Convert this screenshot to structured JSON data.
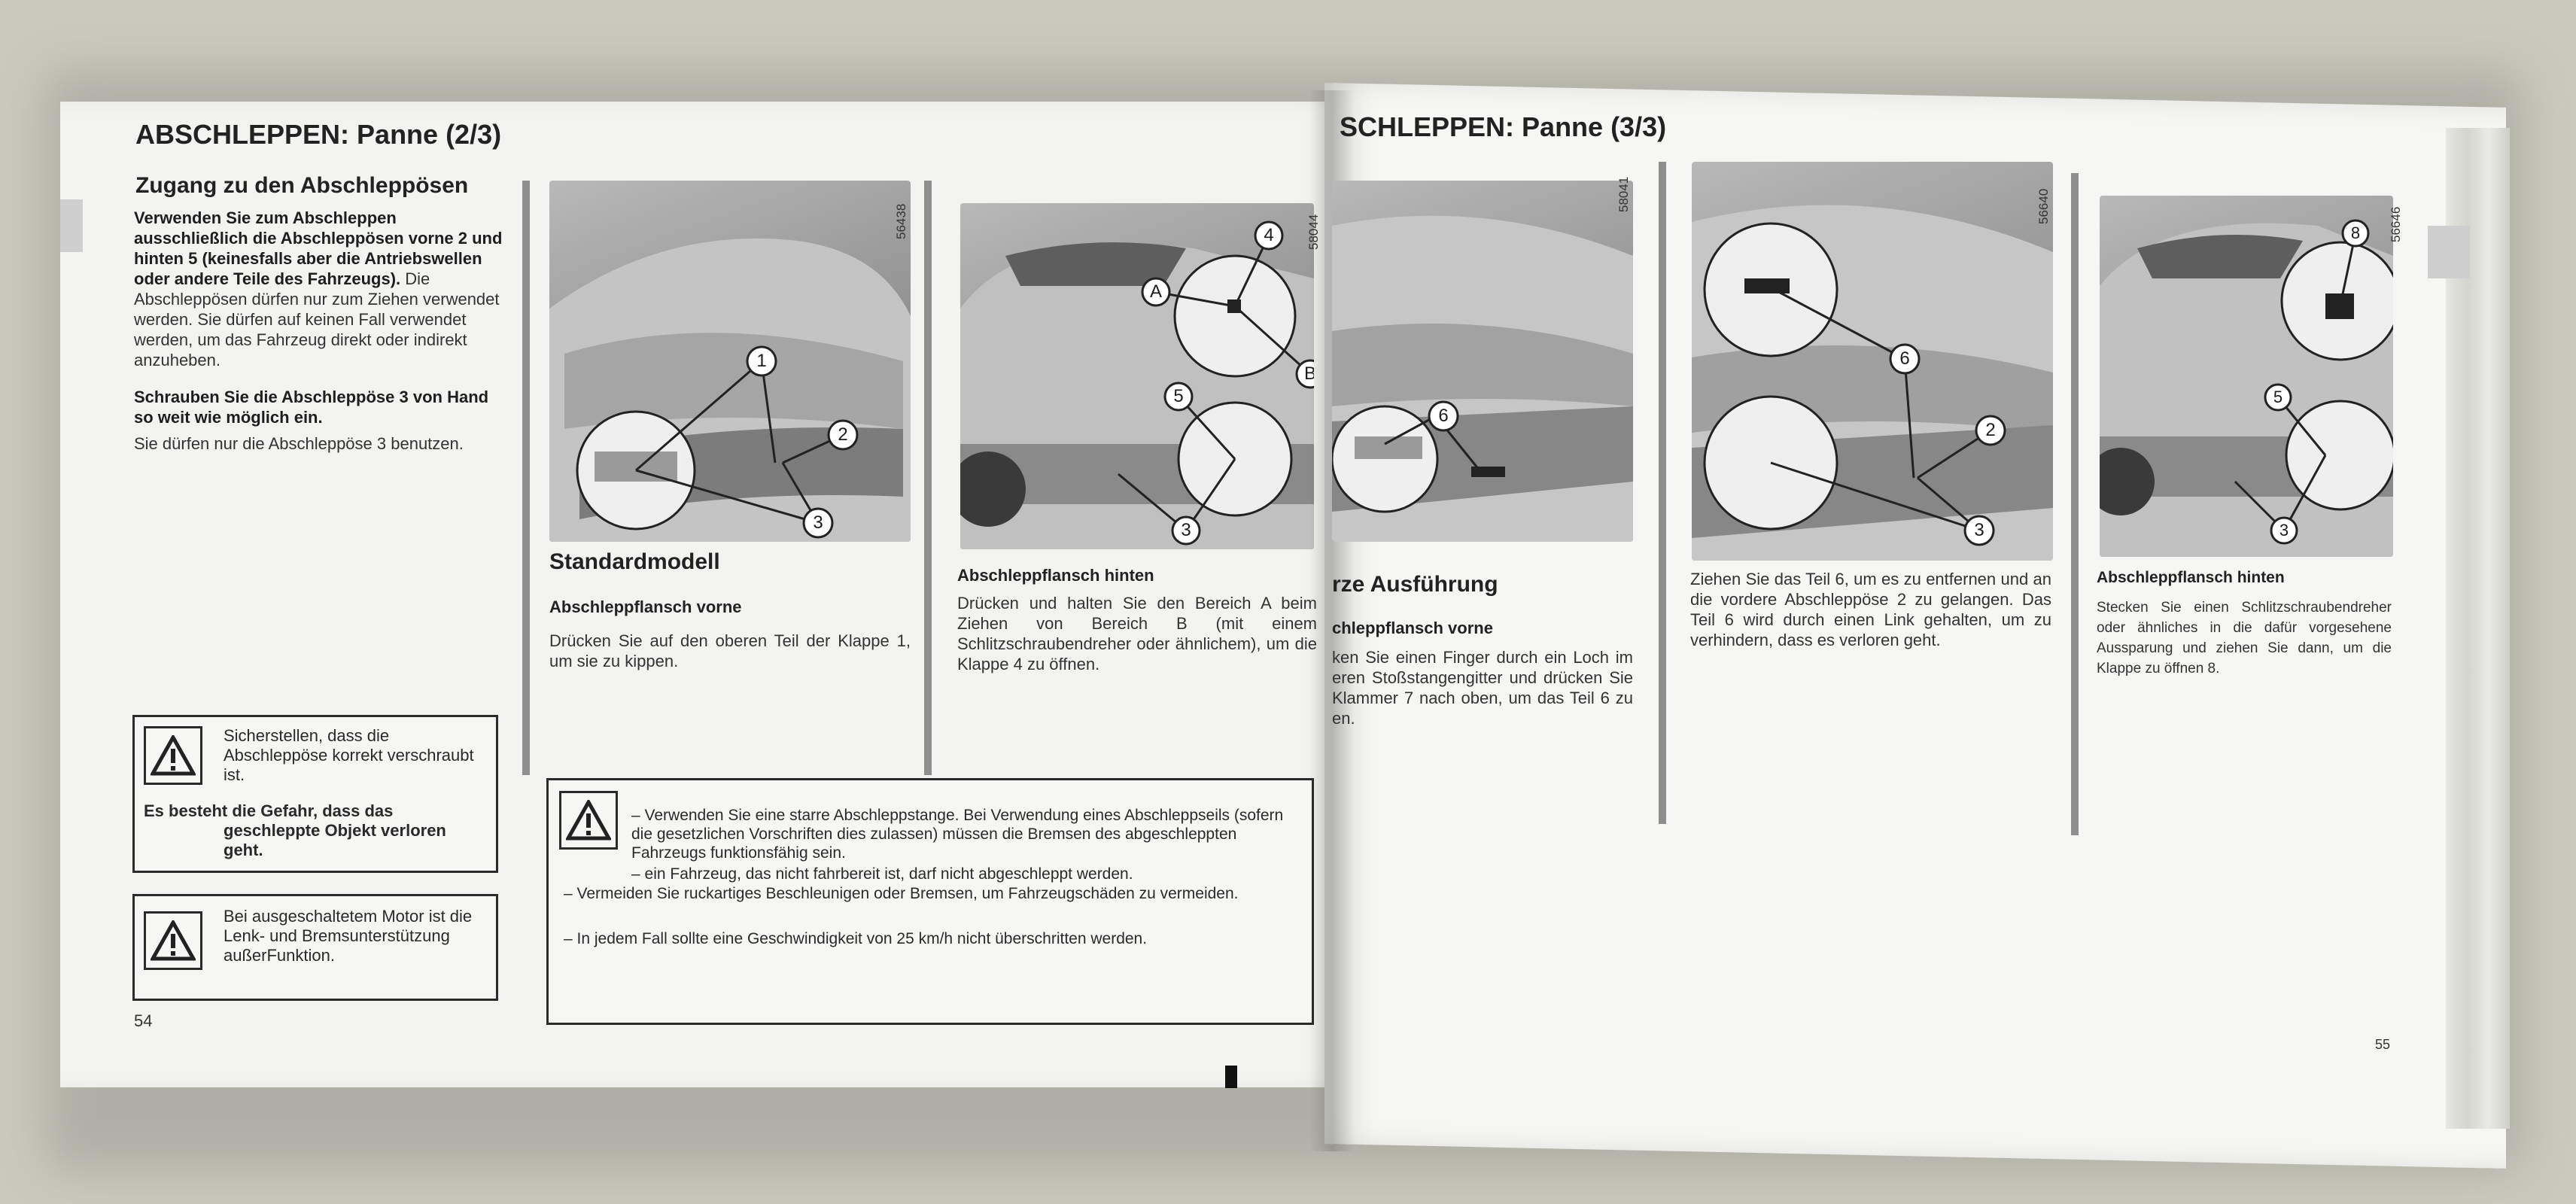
{
  "left_page": {
    "title": "ABSCHLEPPEN: Panne (2/3)",
    "section_title": "Zugang zu den Abschleppösen",
    "intro_bold": "Verwenden Sie zum Abschleppen ausschließlich die Abschleppösen vorne 2 und hinten 5 (keinesfalls aber die Antriebswellen oder andere Teile des Fahrzeugs).",
    "intro_text": "Die Abschleppösen dürfen nur zum Ziehen verwendet werden. Sie dürfen auf keinen Fall verwendet werden, um das Fahrzeug direkt oder indirekt anzuheben.",
    "screw_bold": "Schrauben Sie die Abschleppöse 3 von Hand so weit wie möglich ein.",
    "screw_text": "Sie dürfen nur die Abschleppöse 3 benutzen.",
    "warning1_text": "Sicherstellen, dass die Abschleppöse korrekt verschraubt ist.",
    "warning1_bold": "Es besteht die Gefahr, dass das geschleppte Objekt verloren geht.",
    "warning2_text": "Bei ausgeschaltetem Motor ist die Lenk- und Bremsunterstützung außerFunktion.",
    "page_number": "54",
    "fig1_code": "56438",
    "fig1_labels": [
      "1",
      "2",
      "3"
    ],
    "model_heading": "Standardmodell",
    "front_caption": "Abschleppflansch vorne",
    "front_text": "Drücken Sie auf den oberen Teil der Klappe 1, um sie zu kippen.",
    "fig2_code": "58044",
    "fig2_labels": [
      "4",
      "A",
      "B",
      "5",
      "3"
    ],
    "rear_caption": "Abschleppflansch hinten",
    "rear_text": "Drücken und halten Sie den Bereich A beim Ziehen von Bereich B (mit einem Schlitzschraubendreher oder ähnlichem), um die Klappe 4 zu öffnen.",
    "big_warning": [
      "– Verwenden Sie eine starre Abschleppstange. Bei Verwendung eines Abschleppseils (sofern die gesetzlichen Vorschriften dies zulassen) müssen die Bremsen des abgeschleppten Fahrzeugs funktionsfähig sein.",
      "– ein Fahrzeug, das nicht fahrbereit ist, darf nicht abgeschleppt werden.",
      "– Vermeiden Sie ruckartiges Beschleunigen oder Bremsen, um Fahrzeugschäden zu vermeiden.",
      "– In jedem Fall sollte eine Geschwindigkeit von 25 km/h nicht überschritten werden."
    ]
  },
  "right_page": {
    "title": "SCHLEPPEN: Panne (3/3)",
    "fig3_code": "58041",
    "fig3_labels": [
      "6"
    ],
    "sport_heading": "rze Ausführung",
    "sport_caption": "chleppflansch vorne",
    "sport_text": "ken Sie einen Finger durch ein Loch im eren Stoßstangengitter und drücken Sie Klammer 7 nach oben, um das Teil 6 zu en.",
    "fig4_code": "56640",
    "fig4_labels": [
      "6",
      "2",
      "3"
    ],
    "pull_text": "Ziehen Sie das Teil 6, um es zu entfernen und an die vordere Abschleppöse 2 zu gelangen. Das Teil 6 wird durch einen Link gehalten, um zu verhindern, dass es verloren geht.",
    "fig5_code": "56646",
    "fig5_labels": [
      "8",
      "5",
      "3"
    ],
    "rear_caption": "Abschleppflansch hinten",
    "rear_text": "Stecken Sie einen Schlitzschraubendreher oder ähnliches in die dafür vorgesehene Aussparung und ziehen Sie dann, um die Klappe zu öffnen 8.",
    "page_number": "55"
  },
  "colors": {
    "background": "#c9c8bd",
    "page": "#f3f3f1",
    "bar": "#8e8e8e"
  }
}
